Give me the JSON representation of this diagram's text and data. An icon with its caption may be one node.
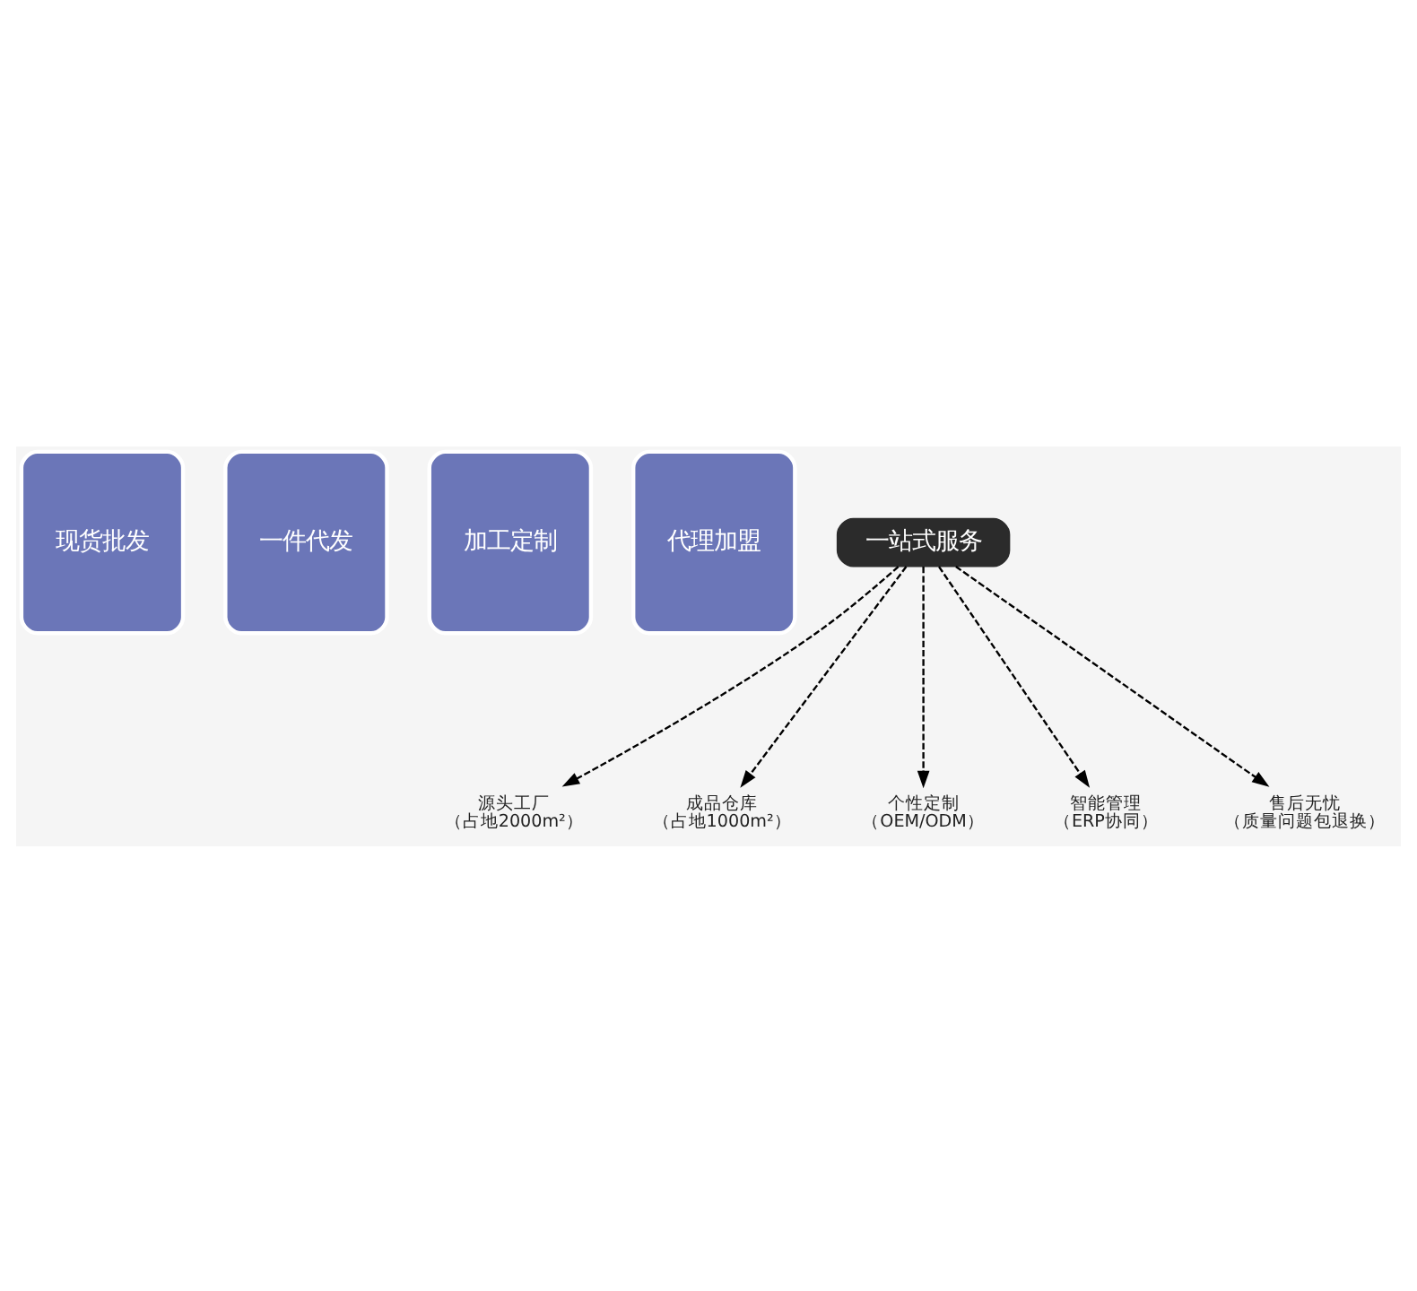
{
  "diagram": {
    "nodes": [
      {
        "text": [
          "现货批发"
        ]
      },
      {
        "text": [
          "一件代发"
        ]
      },
      {
        "text": [
          "加工定制"
        ]
      },
      {
        "text": [
          "代理加盟"
        ]
      },
      {
        "text": [
          "一站式服务"
        ]
      },
      {
        "text": [
          "源头工厂",
          "（占地2000m²）"
        ]
      },
      {
        "text": [
          "成品仓库",
          "（占地1000m²）"
        ]
      },
      {
        "text": [
          "个性定制",
          "（OEM/ODM）"
        ]
      },
      {
        "text": [
          "智能管理",
          "（ERP协同）"
        ]
      },
      {
        "text": [
          "售后无忧",
          "（质量问题包退换）"
        ]
      }
    ],
    "edges": [
      {
        "from": 4,
        "to": 5,
        "arrow": "to",
        "style": "dashed"
      },
      {
        "from": 4,
        "to": 6,
        "arrow": "to",
        "style": "dashed"
      },
      {
        "from": 4,
        "to": 7,
        "arrow": "to",
        "style": "dashed"
      },
      {
        "from": 4,
        "to": 8,
        "arrow": "to",
        "style": "dashed"
      },
      {
        "from": 4,
        "to": 9,
        "arrow": "to",
        "style": "dashed"
      }
    ]
  }
}
